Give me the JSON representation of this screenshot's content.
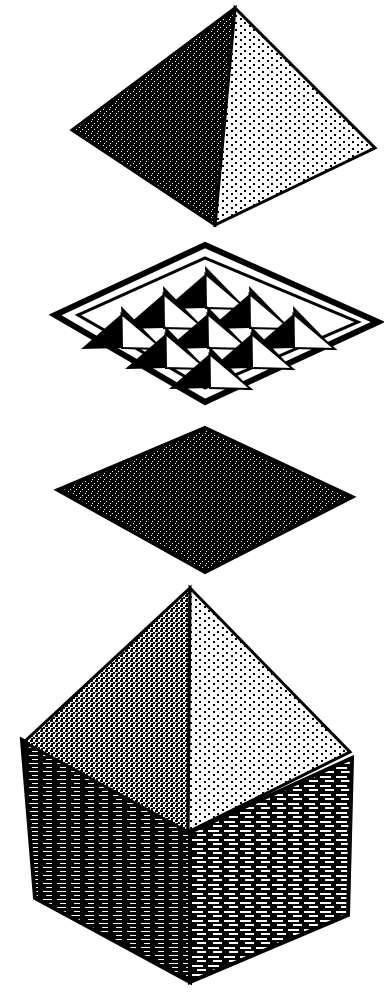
{
  "figure": {
    "colors": {
      "ink": "#000000",
      "paper": "#ffffff"
    },
    "parts": [
      {
        "id": "capstone-pyramid",
        "shape": "pyramid"
      },
      {
        "id": "pyramid-grid-plate",
        "shape": "tray-with-pyramids",
        "rows": 3,
        "cols": 3
      },
      {
        "id": "dark-square-plate",
        "shape": "solid-square-plate"
      },
      {
        "id": "pyramid-on-stacked-base",
        "shape": "pyramid-on-layered-block"
      }
    ]
  }
}
